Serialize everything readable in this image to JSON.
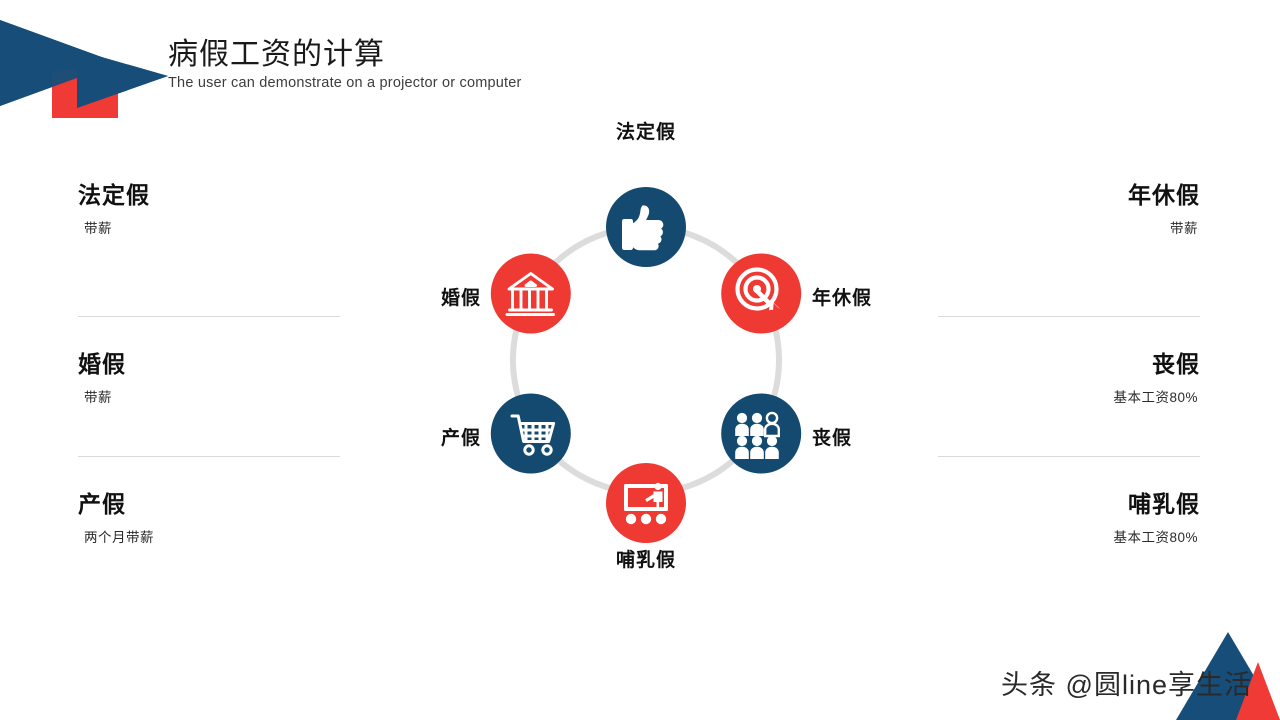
{
  "header": {
    "title": "病假工资的计算",
    "subtitle": "The user can demonstrate on a projector or computer"
  },
  "colors": {
    "brand_blue": "#174d79",
    "brand_red": "#ef3a35",
    "node_blue": "#154a70",
    "node_red": "#ee3a33",
    "ring_gray": "#dcdcdc",
    "divider": "#dadada",
    "text_dark": "#111111"
  },
  "left_column": [
    {
      "title": "法定假",
      "sub": "带薪"
    },
    {
      "title": "婚假",
      "sub": "带薪"
    },
    {
      "title": "产假",
      "sub": "两个月带薪"
    }
  ],
  "right_column": [
    {
      "title": "年休假",
      "sub": "带薪"
    },
    {
      "title": "丧假",
      "sub": "基本工资80%"
    },
    {
      "title": "哺乳假",
      "sub": "基本工资80%"
    }
  ],
  "diagram": {
    "nodes": [
      {
        "label": "法定假",
        "icon": "thumbs-up-icon",
        "color": "blue"
      },
      {
        "label": "年休假",
        "icon": "target-dart-icon",
        "color": "red"
      },
      {
        "label": "丧假",
        "icon": "people-group-icon",
        "color": "blue"
      },
      {
        "label": "哺乳假",
        "icon": "presentation-icon",
        "color": "red"
      },
      {
        "label": "产假",
        "icon": "shopping-cart-icon",
        "color": "blue"
      },
      {
        "label": "婚假",
        "icon": "bank-building-icon",
        "color": "red"
      }
    ]
  },
  "watermark": {
    "text": "头条 @圆line享生活"
  }
}
